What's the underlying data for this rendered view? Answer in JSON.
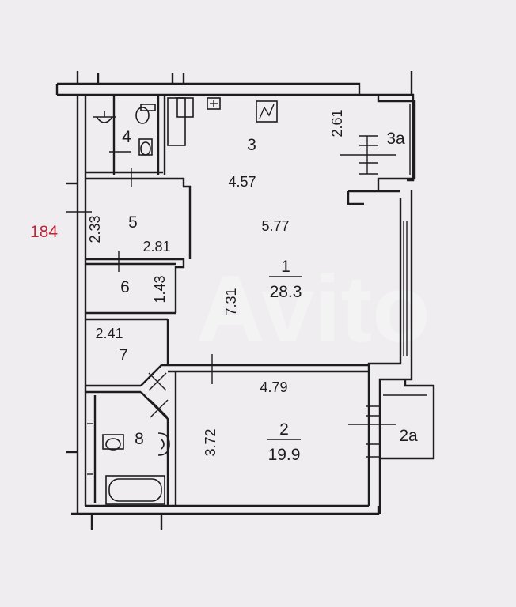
{
  "plan": {
    "plan_marker": "184",
    "watermark": "Avito",
    "rooms": [
      {
        "id": "1",
        "label": "1",
        "area": "28.3"
      },
      {
        "id": "2",
        "label": "2",
        "area": "19.9"
      },
      {
        "id": "2a",
        "label": "2a"
      },
      {
        "id": "3",
        "label": "3"
      },
      {
        "id": "3a",
        "label": "3a"
      },
      {
        "id": "4",
        "label": "4"
      },
      {
        "id": "5",
        "label": "5"
      },
      {
        "id": "6",
        "label": "6"
      },
      {
        "id": "7",
        "label": "7"
      },
      {
        "id": "8",
        "label": "8"
      }
    ],
    "dimensions": {
      "d_4_57": "4.57",
      "d_5_77": "5.77",
      "d_7_31": "7.31",
      "d_2_61": "2.61",
      "d_2_33": "2.33",
      "d_2_81": "2.81",
      "d_1_43": "1.43",
      "d_2_41": "2.41",
      "d_4_79": "4.79",
      "d_3_72": "3.72"
    }
  }
}
